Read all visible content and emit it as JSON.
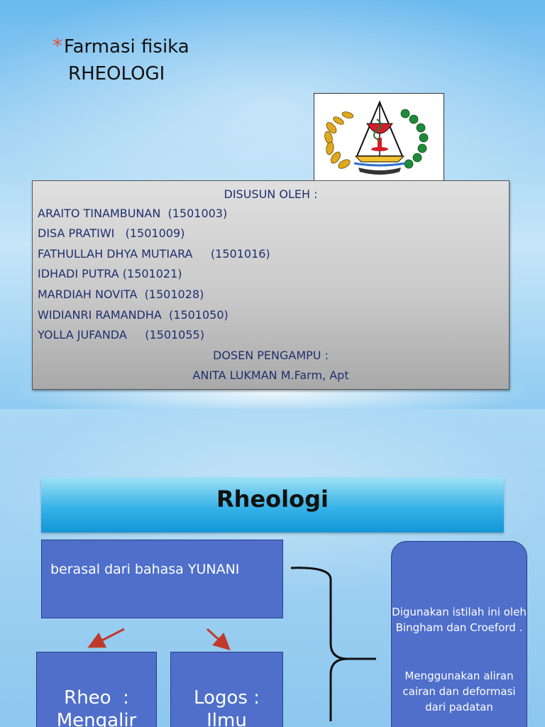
{
  "slide1": {
    "title_bullet": "*",
    "title_line1": "Farmasi fisika",
    "title_line2": "RHEOLOGI",
    "logo_name": "faculty-seal-logo",
    "authors_heading": "DISUSUN OLEH :",
    "authors": [
      "ARAITO TINAMBUNAN  (1501003)",
      "DISA PRATIWI   (1501009)",
      "FATHULLAH DHYA MUTIARA     (1501016)",
      "IDHADI PUTRA (1501021)",
      "MARDIAH NOVITA  (1501028)",
      "WIDIANRI RAMANDHA  (1501050)",
      "YOLLA JUFANDA     (1501055)"
    ],
    "lecturer_heading": "DOSEN PENGAMPU :",
    "lecturer_name": "ANITA LUKMAN M.Farm, Apt"
  },
  "slide2": {
    "title": "Rheologi",
    "origin_text": "berasal dari bahasa YUNANI",
    "rheo_text": "Rheo  :\nMengalir",
    "logos_text": "Logos :\nIlmu",
    "note_p1": "Digunakan istilah ini oleh Bingham dan Croeford .",
    "note_p2": "Menggunakan aliran cairan dan deformasi dari padatan"
  },
  "colors": {
    "box_blue": "#4f6fcb",
    "title_bar_blue": "#37b3e8",
    "arrow_red": "#c0392b",
    "author_text": "#1f2f6e"
  }
}
